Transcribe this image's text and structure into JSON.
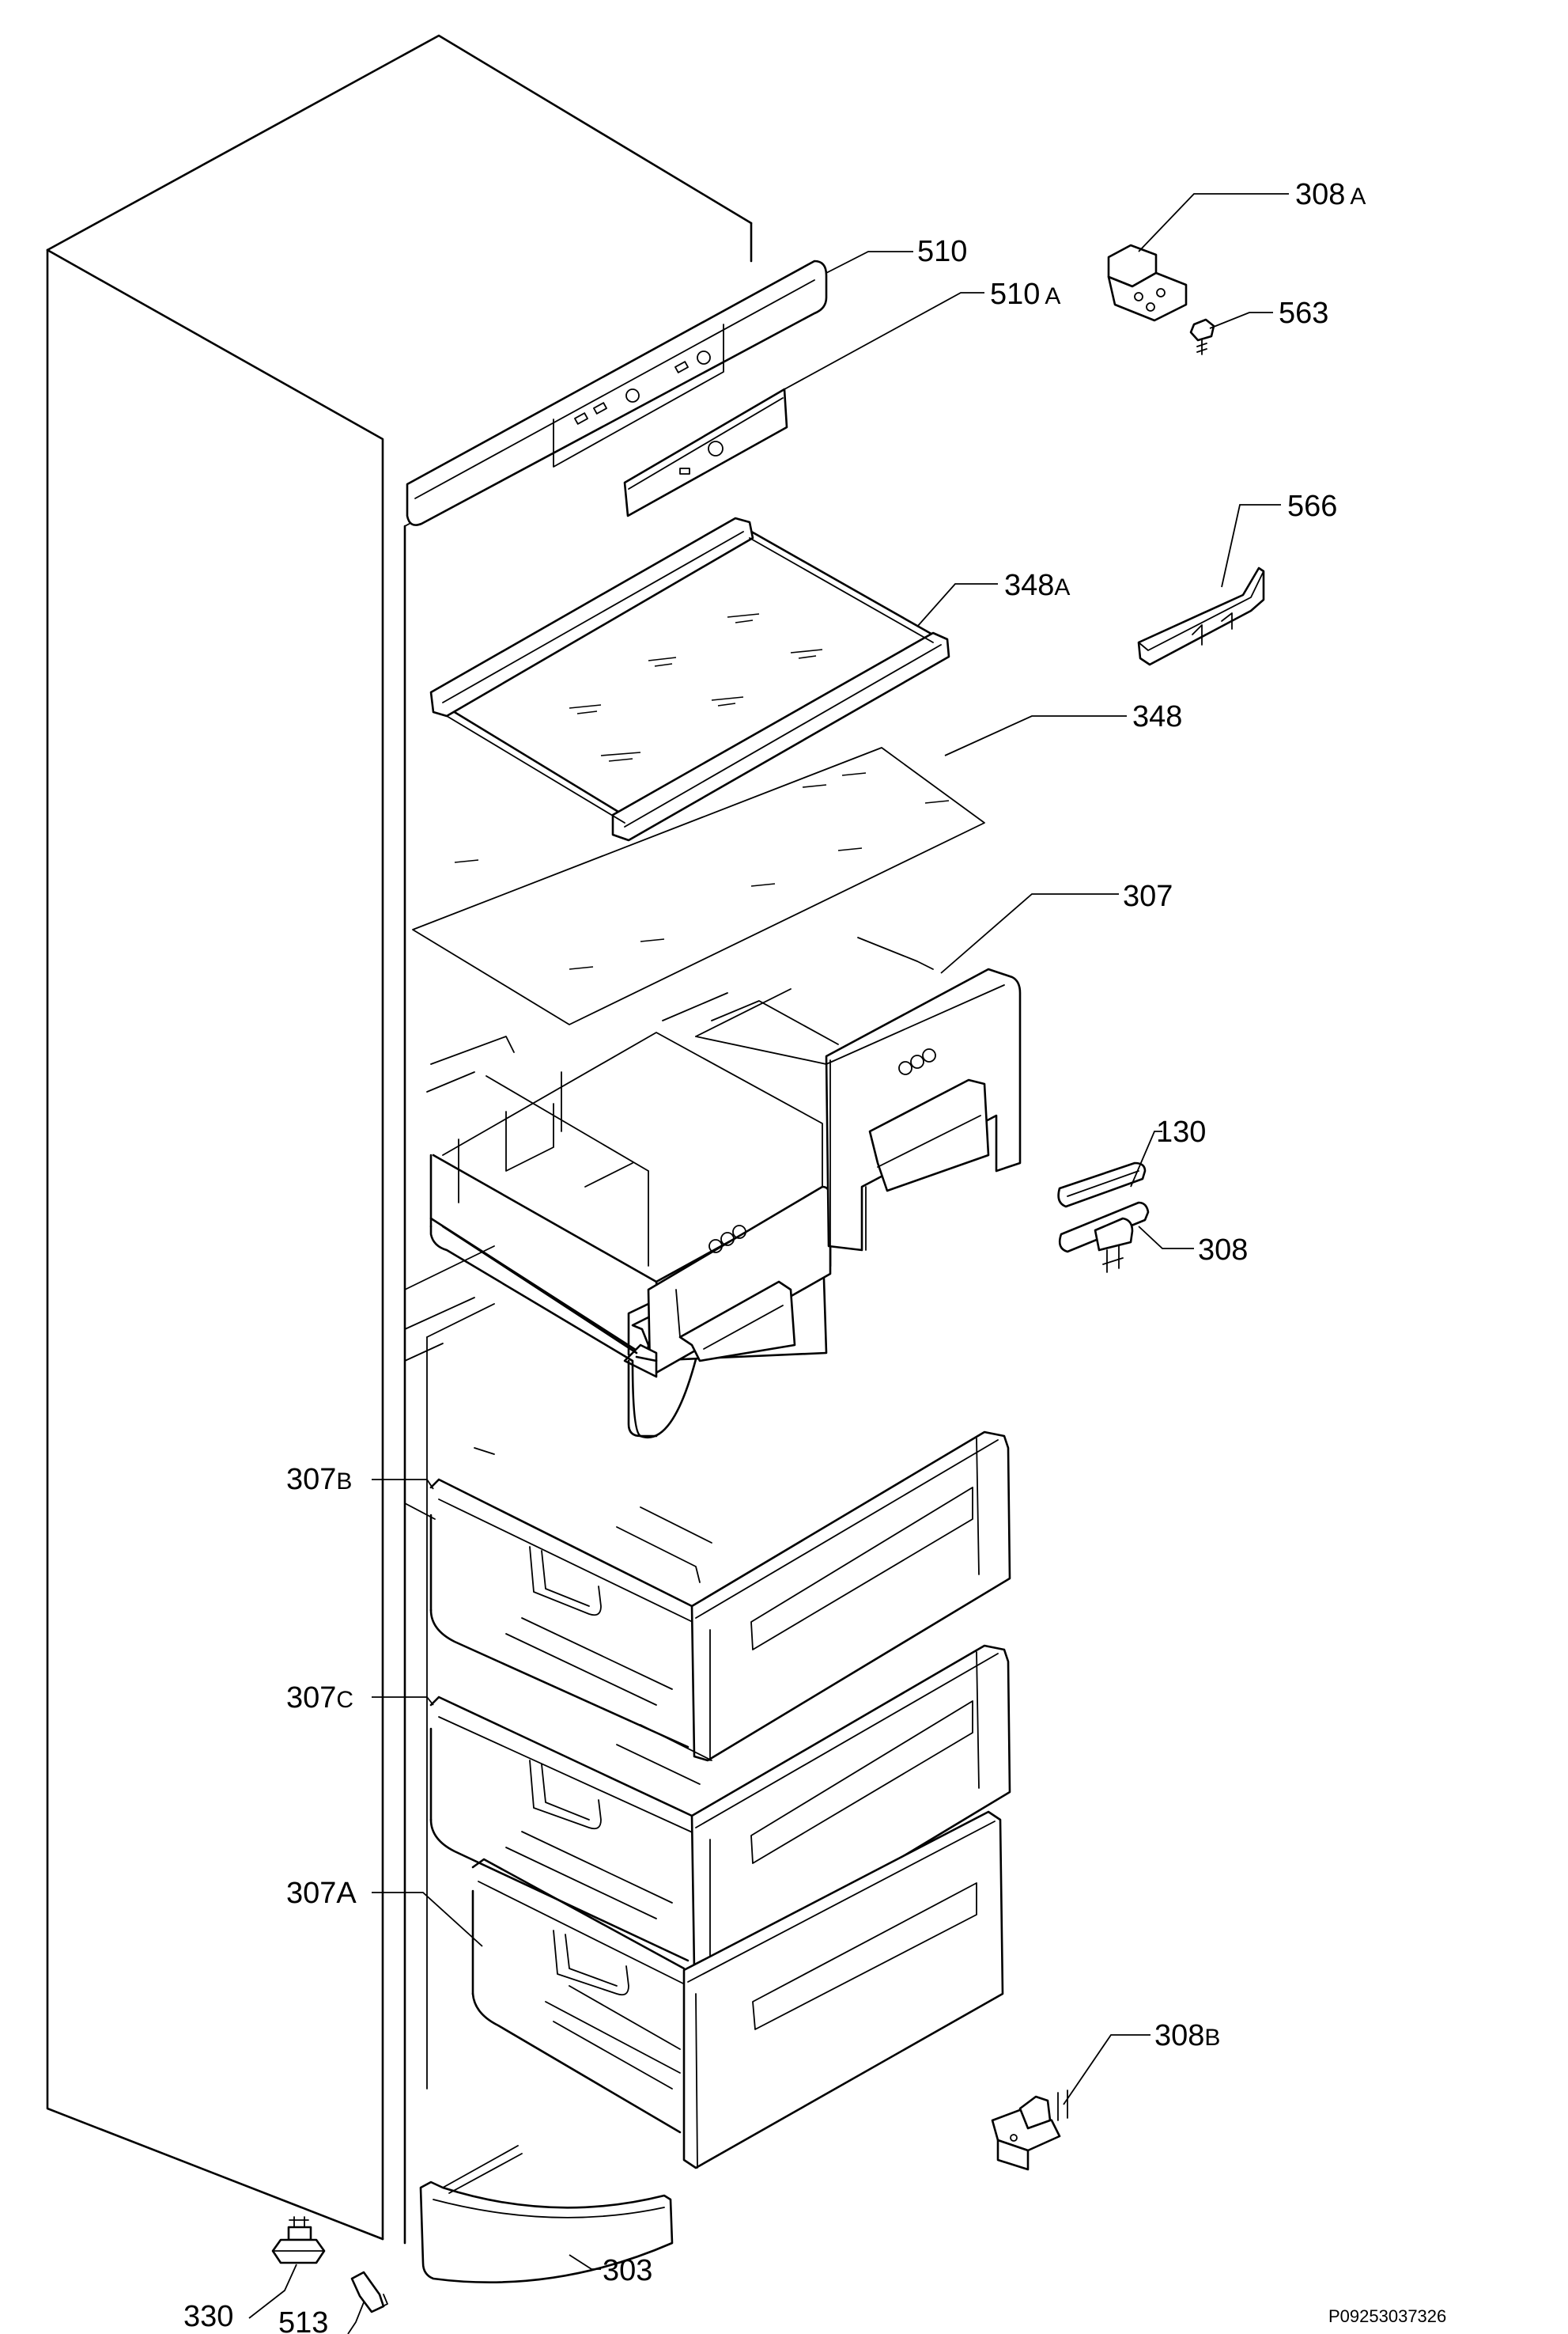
{
  "parts": {
    "p510": {
      "num": "510",
      "suf": ""
    },
    "p510a": {
      "num": "510",
      "suf": "A"
    },
    "p308a": {
      "num": "308",
      "suf": "A"
    },
    "p563": {
      "num": "563",
      "suf": ""
    },
    "p566": {
      "num": "566",
      "suf": ""
    },
    "p348a": {
      "num": "348",
      "suf": "A"
    },
    "p348": {
      "num": "348",
      "suf": ""
    },
    "p307": {
      "num": "307",
      "suf": ""
    },
    "p130": {
      "num": "130",
      "suf": ""
    },
    "p308": {
      "num": "308",
      "suf": ""
    },
    "p307b": {
      "num": "307",
      "suf": "B"
    },
    "p307c": {
      "num": "307",
      "suf": "C"
    },
    "p307a": {
      "num": "307",
      "suf": "A"
    },
    "p308b": {
      "num": "308",
      "suf": "B"
    },
    "p303": {
      "num": "303",
      "suf": ""
    },
    "p330": {
      "num": "330",
      "suf": ""
    },
    "p513": {
      "num": "513",
      "suf": ""
    }
  },
  "reference": "P09253037326"
}
